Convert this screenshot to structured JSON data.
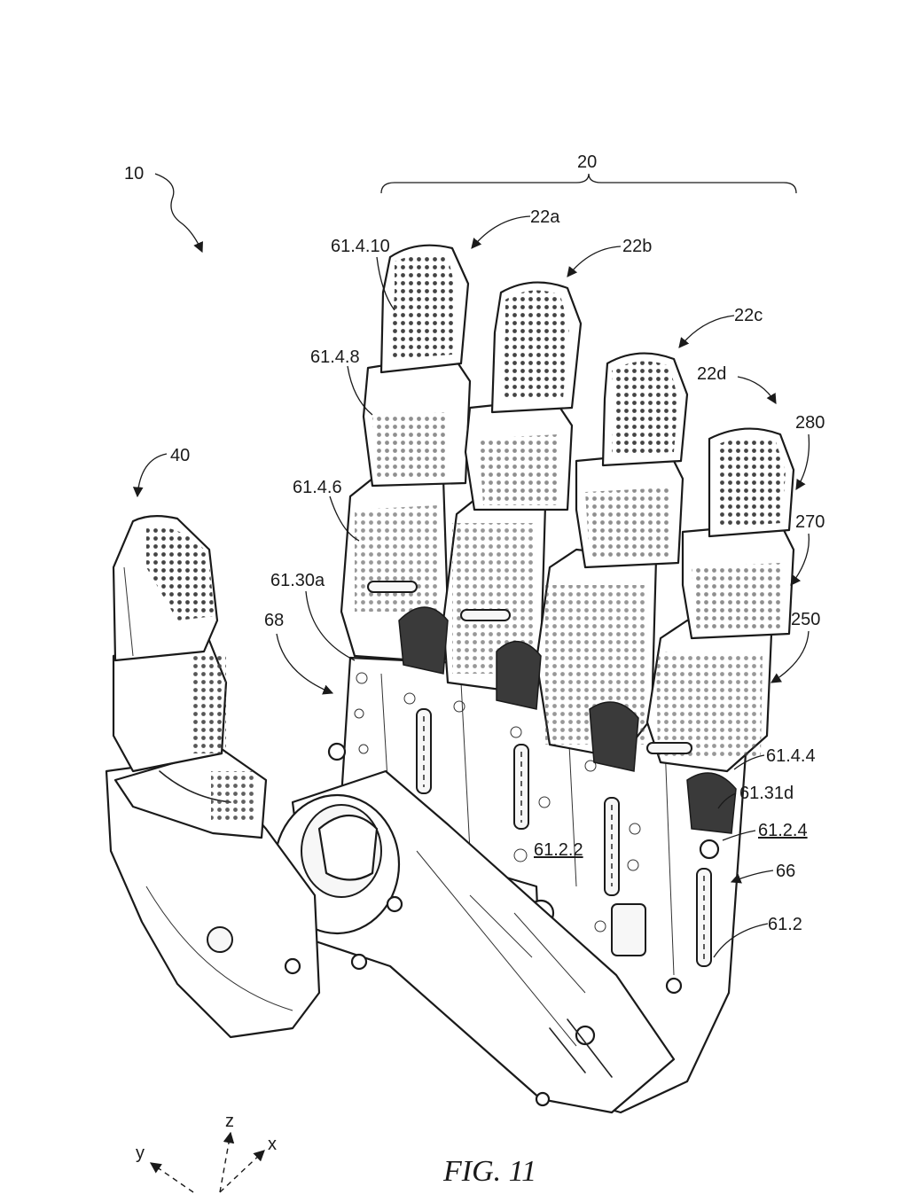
{
  "figure": {
    "caption": "FIG. 11"
  },
  "reference_labels": {
    "device": "10",
    "finger_set": "20",
    "finger_a": "22a",
    "finger_b": "22b",
    "finger_c": "22c",
    "finger_d": "22d",
    "thumb": "40",
    "part_61_4_10": "61.4.10",
    "part_61_4_8": "61.4.8",
    "part_61_4_6": "61.4.6",
    "part_61_30a": "61.30a",
    "part_68": "68",
    "part_280": "280",
    "part_270": "270",
    "part_250": "250",
    "part_61_4_4": "61.4.4",
    "part_61_31d": "61.31d",
    "part_61_2_4": "61.2.4",
    "part_61_2_2": "61.2.2",
    "part_66": "66",
    "part_61_2": "61.2"
  },
  "axes": {
    "x": "x",
    "y": "y",
    "z": "z"
  },
  "colors": {
    "line": "#1a1a1a",
    "background": "#ffffff"
  }
}
